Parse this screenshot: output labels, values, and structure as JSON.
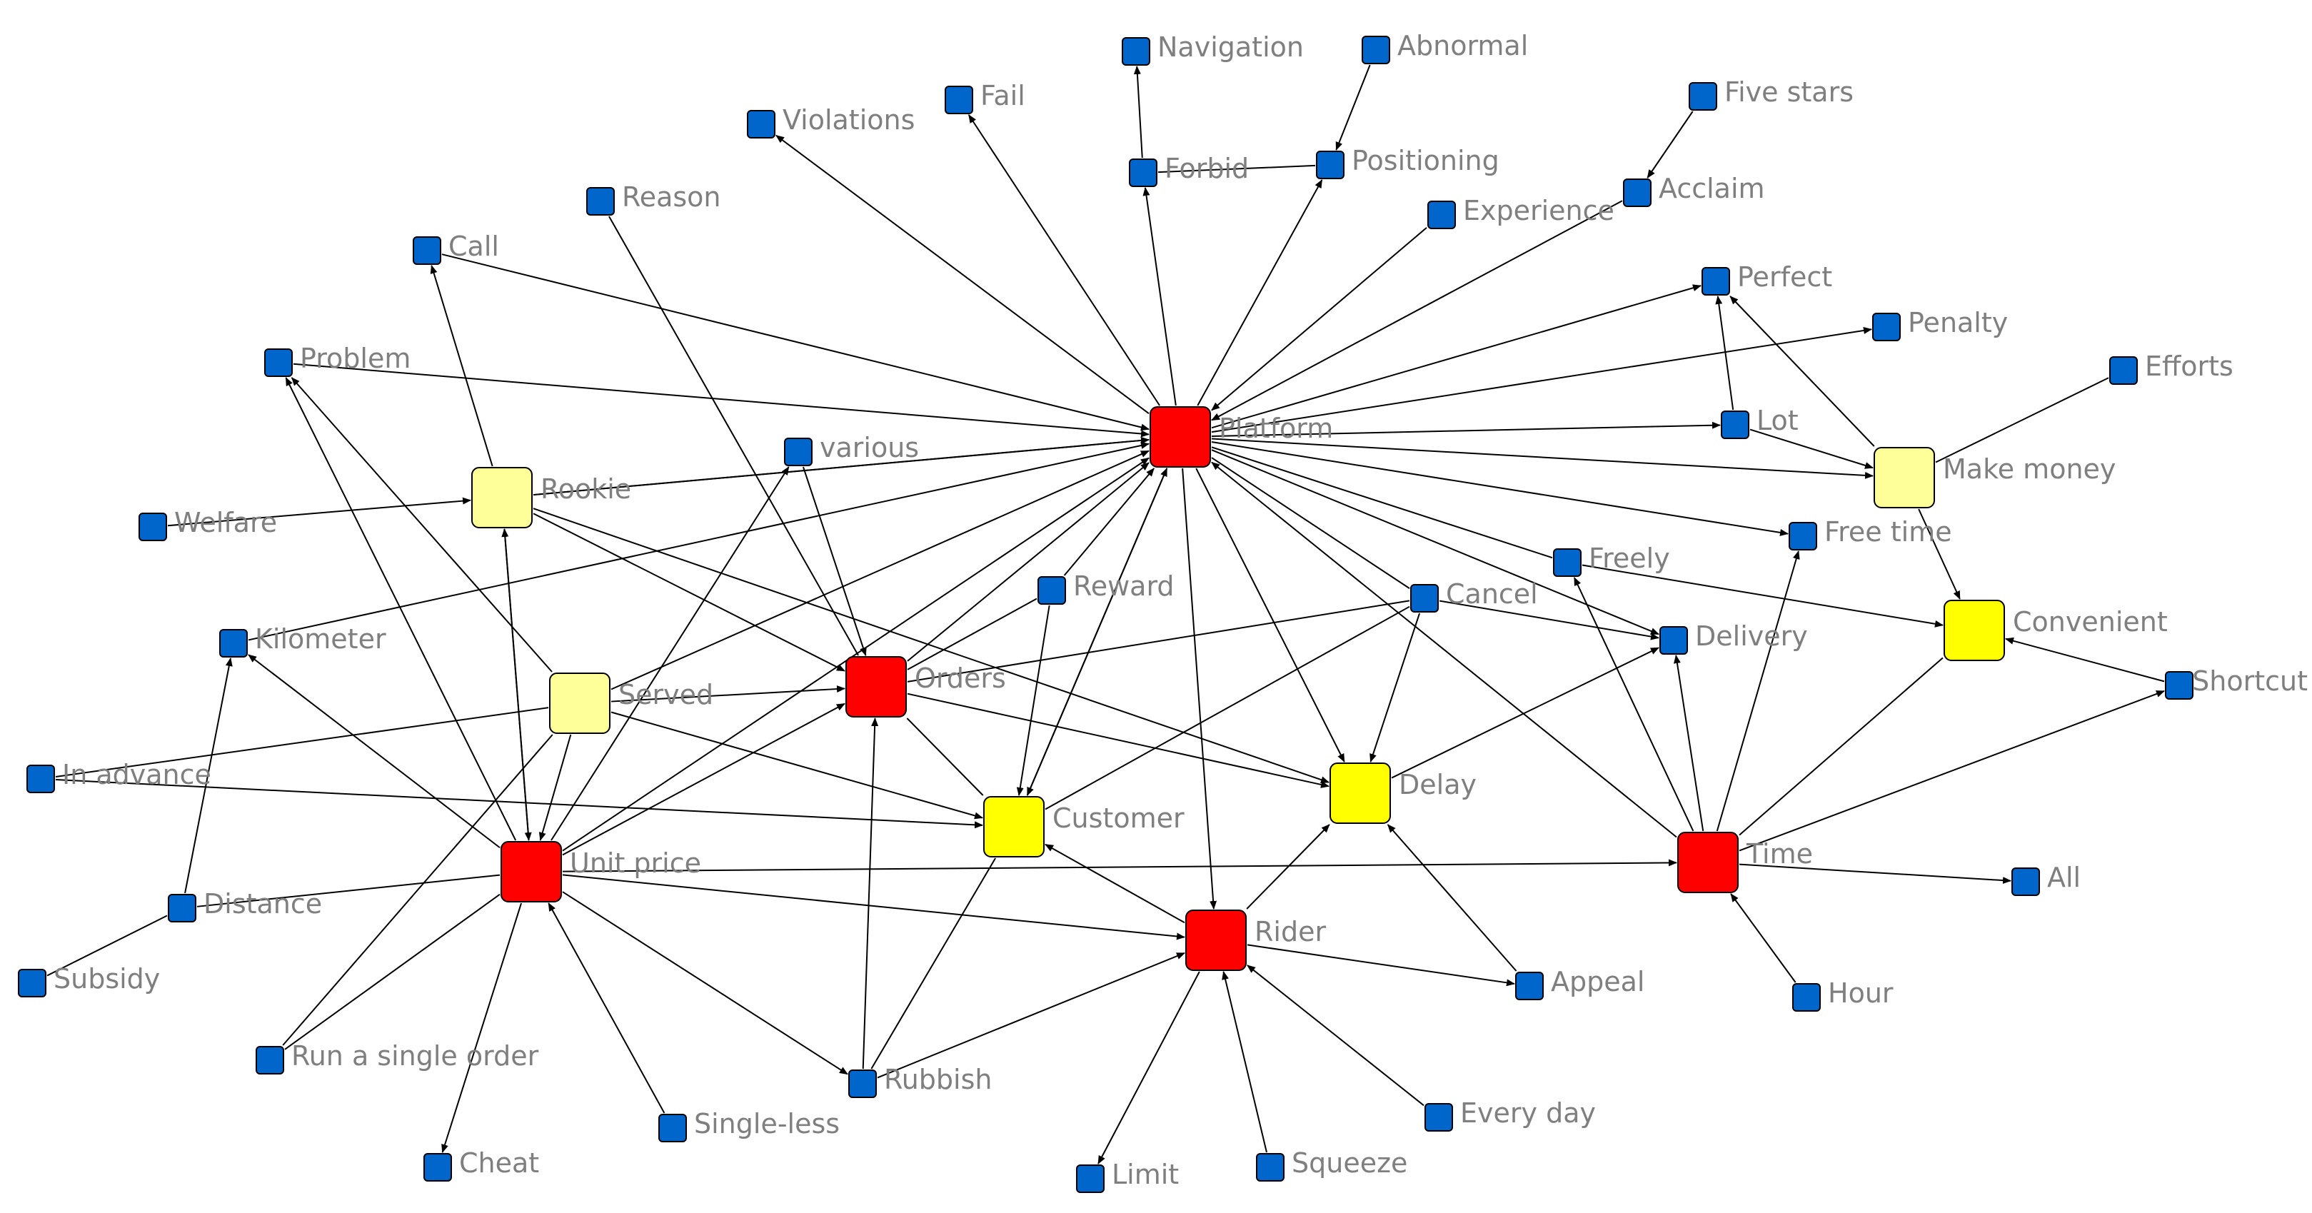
{
  "colors": {
    "core": "#ff0000",
    "secondary": "#ffff00",
    "secondary_light": "#ffff99",
    "peripheral": "#0066cc",
    "node_border": "#000000",
    "edge": "#000000",
    "label": "#7f7f7f"
  },
  "nodes": [
    {
      "id": "platform",
      "label": "Platform",
      "kind": "core"
    },
    {
      "id": "orders",
      "label": "Orders",
      "kind": "core"
    },
    {
      "id": "unit_price",
      "label": "Unit price",
      "kind": "core"
    },
    {
      "id": "rider",
      "label": "Rider",
      "kind": "core"
    },
    {
      "id": "time",
      "label": "Time",
      "kind": "core"
    },
    {
      "id": "rookie",
      "label": "Rookie",
      "kind": "secondary_light"
    },
    {
      "id": "served",
      "label": "Served",
      "kind": "secondary_light"
    },
    {
      "id": "make_money",
      "label": "Make money",
      "kind": "secondary_light"
    },
    {
      "id": "customer",
      "label": "Customer",
      "kind": "secondary"
    },
    {
      "id": "delay",
      "label": "Delay",
      "kind": "secondary"
    },
    {
      "id": "convenient",
      "label": "Convenient",
      "kind": "secondary"
    },
    {
      "id": "navigation",
      "label": "Navigation",
      "kind": "peripheral"
    },
    {
      "id": "abnormal",
      "label": "Abnormal",
      "kind": "peripheral"
    },
    {
      "id": "fail",
      "label": "Fail",
      "kind": "peripheral"
    },
    {
      "id": "violations",
      "label": "Violations",
      "kind": "peripheral"
    },
    {
      "id": "forbid",
      "label": "Forbid",
      "kind": "peripheral"
    },
    {
      "id": "positioning",
      "label": "Positioning",
      "kind": "peripheral"
    },
    {
      "id": "five_stars",
      "label": "Five stars",
      "kind": "peripheral"
    },
    {
      "id": "acclaim",
      "label": "Acclaim",
      "kind": "peripheral"
    },
    {
      "id": "reason",
      "label": "Reason",
      "kind": "peripheral"
    },
    {
      "id": "experience",
      "label": "Experience",
      "kind": "peripheral"
    },
    {
      "id": "call",
      "label": "Call",
      "kind": "peripheral"
    },
    {
      "id": "perfect",
      "label": "Perfect",
      "kind": "peripheral"
    },
    {
      "id": "penalty",
      "label": "Penalty",
      "kind": "peripheral"
    },
    {
      "id": "problem",
      "label": "Problem",
      "kind": "peripheral"
    },
    {
      "id": "efforts",
      "label": "Efforts",
      "kind": "peripheral"
    },
    {
      "id": "various",
      "label": "various",
      "kind": "peripheral"
    },
    {
      "id": "lot",
      "label": "Lot",
      "kind": "peripheral"
    },
    {
      "id": "welfare",
      "label": "Welfare",
      "kind": "peripheral"
    },
    {
      "id": "free_time",
      "label": "Free time",
      "kind": "peripheral"
    },
    {
      "id": "freely",
      "label": "Freely",
      "kind": "peripheral"
    },
    {
      "id": "reward",
      "label": "Reward",
      "kind": "peripheral"
    },
    {
      "id": "cancel",
      "label": "Cancel",
      "kind": "peripheral"
    },
    {
      "id": "kilometer",
      "label": "Kilometer",
      "kind": "peripheral"
    },
    {
      "id": "delivery",
      "label": "Delivery",
      "kind": "peripheral"
    },
    {
      "id": "shortcut",
      "label": "Shortcut",
      "kind": "peripheral"
    },
    {
      "id": "in_advance",
      "label": "In advance",
      "kind": "peripheral"
    },
    {
      "id": "distance",
      "label": "Distance",
      "kind": "peripheral"
    },
    {
      "id": "all",
      "label": "All",
      "kind": "peripheral"
    },
    {
      "id": "subsidy",
      "label": "Subsidy",
      "kind": "peripheral"
    },
    {
      "id": "appeal",
      "label": "Appeal",
      "kind": "peripheral"
    },
    {
      "id": "hour",
      "label": "Hour",
      "kind": "peripheral"
    },
    {
      "id": "run_single_order",
      "label": "Run a single order",
      "kind": "peripheral"
    },
    {
      "id": "rubbish",
      "label": "Rubbish",
      "kind": "peripheral"
    },
    {
      "id": "every_day",
      "label": "Every day",
      "kind": "peripheral"
    },
    {
      "id": "single_less",
      "label": "Single-less",
      "kind": "peripheral"
    },
    {
      "id": "cheat",
      "label": "Cheat",
      "kind": "peripheral"
    },
    {
      "id": "squeeze",
      "label": "Squeeze",
      "kind": "peripheral"
    },
    {
      "id": "limit",
      "label": "Limit",
      "kind": "peripheral"
    }
  ],
  "edges": [
    {
      "from": "platform",
      "to": "violations",
      "arrow": true
    },
    {
      "from": "platform",
      "to": "fail",
      "arrow": true
    },
    {
      "from": "platform",
      "to": "forbid",
      "arrow": true
    },
    {
      "from": "platform",
      "to": "positioning",
      "arrow": true
    },
    {
      "from": "experience",
      "to": "platform",
      "arrow": true
    },
    {
      "from": "acclaim",
      "to": "platform",
      "arrow": true
    },
    {
      "from": "platform",
      "to": "perfect",
      "arrow": true
    },
    {
      "from": "platform",
      "to": "penalty",
      "arrow": true
    },
    {
      "from": "platform",
      "to": "lot",
      "arrow": true
    },
    {
      "from": "platform",
      "to": "make_money",
      "arrow": true
    },
    {
      "from": "platform",
      "to": "free_time",
      "arrow": true
    },
    {
      "from": "platform",
      "to": "delivery",
      "arrow": true
    },
    {
      "from": "platform",
      "to": "delay",
      "arrow": true
    },
    {
      "from": "platform",
      "to": "rider",
      "arrow": true
    },
    {
      "from": "platform",
      "to": "customer",
      "arrow": true
    },
    {
      "from": "call",
      "to": "platform",
      "arrow": true
    },
    {
      "from": "problem",
      "to": "platform",
      "arrow": true
    },
    {
      "from": "rookie",
      "to": "platform",
      "arrow": true
    },
    {
      "from": "kilometer",
      "to": "platform",
      "arrow": true
    },
    {
      "from": "served",
      "to": "platform",
      "arrow": true
    },
    {
      "from": "unit_price",
      "to": "platform",
      "arrow": true
    },
    {
      "from": "orders",
      "to": "platform",
      "arrow": true
    },
    {
      "from": "reward",
      "to": "platform",
      "arrow": true
    },
    {
      "from": "customer",
      "to": "platform",
      "arrow": true
    },
    {
      "from": "rookie",
      "to": "platform",
      "arrow": true
    },
    {
      "from": "time",
      "to": "platform",
      "arrow": true
    },
    {
      "from": "cancel",
      "to": "platform",
      "arrow": false
    },
    {
      "from": "freely",
      "to": "platform",
      "arrow": false
    },
    {
      "from": "forbid",
      "to": "navigation",
      "arrow": true
    },
    {
      "from": "abnormal",
      "to": "positioning",
      "arrow": true
    },
    {
      "from": "forbid",
      "to": "positioning",
      "arrow": false
    },
    {
      "from": "five_stars",
      "to": "acclaim",
      "arrow": true
    },
    {
      "from": "lot",
      "to": "perfect",
      "arrow": true
    },
    {
      "from": "make_money",
      "to": "perfect",
      "arrow": true
    },
    {
      "from": "lot",
      "to": "make_money",
      "arrow": true
    },
    {
      "from": "efforts",
      "to": "make_money",
      "arrow": false
    },
    {
      "from": "make_money",
      "to": "convenient",
      "arrow": true
    },
    {
      "from": "freely",
      "to": "convenient",
      "arrow": true
    },
    {
      "from": "shortcut",
      "to": "convenient",
      "arrow": true
    },
    {
      "from": "time",
      "to": "convenient",
      "arrow": false
    },
    {
      "from": "time",
      "to": "shortcut",
      "arrow": true
    },
    {
      "from": "time",
      "to": "free_time",
      "arrow": true
    },
    {
      "from": "time",
      "to": "freely",
      "arrow": true
    },
    {
      "from": "time",
      "to": "delivery",
      "arrow": true
    },
    {
      "from": "time",
      "to": "all",
      "arrow": true
    },
    {
      "from": "hour",
      "to": "time",
      "arrow": true
    },
    {
      "from": "unit_price",
      "to": "time",
      "arrow": true
    },
    {
      "from": "delay",
      "to": "delivery",
      "arrow": true
    },
    {
      "from": "cancel",
      "to": "delivery",
      "arrow": true
    },
    {
      "from": "cancel",
      "to": "delay",
      "arrow": true
    },
    {
      "from": "cancel",
      "to": "customer",
      "arrow": false
    },
    {
      "from": "cancel",
      "to": "orders",
      "arrow": false
    },
    {
      "from": "rider",
      "to": "delay",
      "arrow": true
    },
    {
      "from": "rider",
      "to": "appeal",
      "arrow": true
    },
    {
      "from": "appeal",
      "to": "delay",
      "arrow": true
    },
    {
      "from": "rider",
      "to": "customer",
      "arrow": true
    },
    {
      "from": "rider",
      "to": "limit",
      "arrow": true
    },
    {
      "from": "squeeze",
      "to": "rider",
      "arrow": true
    },
    {
      "from": "every_day",
      "to": "rider",
      "arrow": true
    },
    {
      "from": "rubbish",
      "to": "rider",
      "arrow": true
    },
    {
      "from": "unit_price",
      "to": "rider",
      "arrow": true
    },
    {
      "from": "orders",
      "to": "delay",
      "arrow": true
    },
    {
      "from": "orders",
      "to": "customer",
      "arrow": false
    },
    {
      "from": "rubbish",
      "to": "orders",
      "arrow": true
    },
    {
      "from": "rubbish",
      "to": "customer",
      "arrow": false
    },
    {
      "from": "reward",
      "to": "customer",
      "arrow": true
    },
    {
      "from": "reward",
      "to": "orders",
      "arrow": false
    },
    {
      "from": "various",
      "to": "orders",
      "arrow": true
    },
    {
      "from": "reason",
      "to": "orders",
      "arrow": false
    },
    {
      "from": "served",
      "to": "orders",
      "arrow": true
    },
    {
      "from": "unit_price",
      "to": "orders",
      "arrow": true
    },
    {
      "from": "rookie",
      "to": "orders",
      "arrow": true
    },
    {
      "from": "rookie",
      "to": "delay",
      "arrow": true
    },
    {
      "from": "rookie",
      "to": "call",
      "arrow": true
    },
    {
      "from": "rookie",
      "to": "unit_price",
      "arrow": true
    },
    {
      "from": "welfare",
      "to": "rookie",
      "arrow": true
    },
    {
      "from": "unit_price",
      "to": "rookie",
      "arrow": true
    },
    {
      "from": "served",
      "to": "problem",
      "arrow": true
    },
    {
      "from": "served",
      "to": "customer",
      "arrow": true
    },
    {
      "from": "served",
      "to": "unit_price",
      "arrow": true
    },
    {
      "from": "served",
      "to": "run_single_order",
      "arrow": false
    },
    {
      "from": "in_advance",
      "to": "served",
      "arrow": false
    },
    {
      "from": "in_advance",
      "to": "customer",
      "arrow": true
    },
    {
      "from": "unit_price",
      "to": "various",
      "arrow": true
    },
    {
      "from": "unit_price",
      "to": "problem",
      "arrow": true
    },
    {
      "from": "unit_price",
      "to": "kilometer",
      "arrow": true
    },
    {
      "from": "unit_price",
      "to": "cheat",
      "arrow": true
    },
    {
      "from": "unit_price",
      "to": "rubbish",
      "arrow": true
    },
    {
      "from": "unit_price",
      "to": "run_single_order",
      "arrow": false
    },
    {
      "from": "single_less",
      "to": "unit_price",
      "arrow": true
    },
    {
      "from": "distance",
      "to": "unit_price",
      "arrow": false
    },
    {
      "from": "distance",
      "to": "kilometer",
      "arrow": true
    },
    {
      "from": "subsidy",
      "to": "distance",
      "arrow": false
    }
  ]
}
